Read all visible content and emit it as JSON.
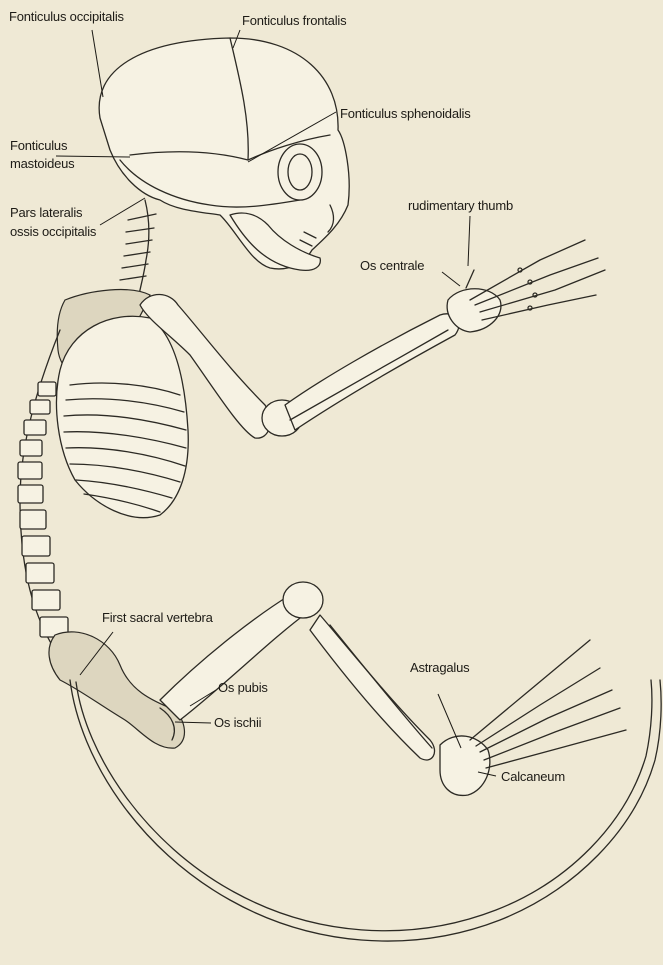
{
  "labels": {
    "fonticulus_occipitalis": "Fonticulus occipitalis",
    "fonticulus_frontalis": "Fonticulus frontalis",
    "fonticulus_sphenoidalis": "Fonticulus sphenoidalis",
    "fonticulus_mastoideus_1": "Fonticulus",
    "fonticulus_mastoideus_2": "mastoideus",
    "pars_lateralis_1": "Pars lateralis",
    "pars_lateralis_2": "ossis occipitalis",
    "rudimentary_thumb": "rudimentary thumb",
    "os_centrale": "Os centrale",
    "first_sacral_vertebra": "First sacral vertebra",
    "astragalus": "Astragalus",
    "os_pubis": "Os pubis",
    "os_ischii": "Os ischii",
    "calcaneum": "Calcaneum"
  },
  "colors": {
    "paper": "#efe9d5",
    "ink": "#2c2a24",
    "bone": "#f6f2e3"
  }
}
